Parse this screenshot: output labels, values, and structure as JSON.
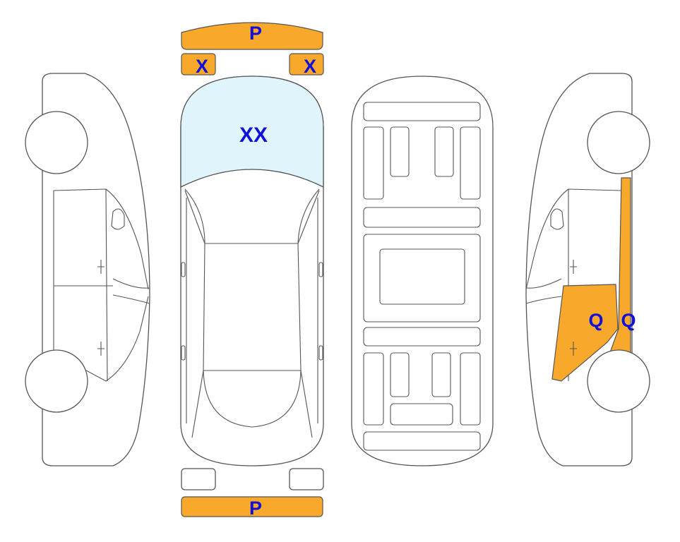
{
  "diagram": {
    "colors": {
      "damage_fill": "#F8A82B",
      "glass_fill": "#DFF4FB",
      "label_color": "#1010D8",
      "outline": "#555555"
    },
    "labels": {
      "front_bumper": "P",
      "front_left_light": "X",
      "front_right_light": "X",
      "windshield": "XX",
      "rear_bumper": "P",
      "right_rear_door": "Q",
      "right_c_pillar": "Q"
    }
  }
}
